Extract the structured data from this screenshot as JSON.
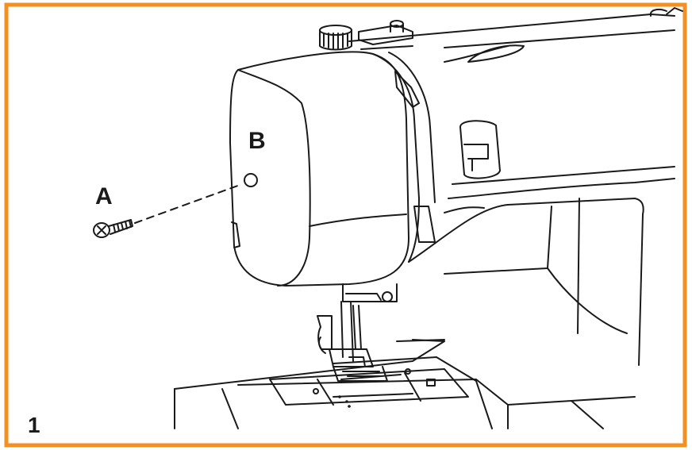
{
  "figure": {
    "border_color": "#F39020",
    "line_color": "#1a1a1a",
    "labels": {
      "screw": "A",
      "hole": "B",
      "step": "1"
    },
    "parts": {
      "screw": "screw-icon",
      "face_cover": "face-cover-plate",
      "needle_clamp": "needle-clamp",
      "presser_foot": "presser-foot",
      "needle_plate": "needle-plate"
    }
  }
}
